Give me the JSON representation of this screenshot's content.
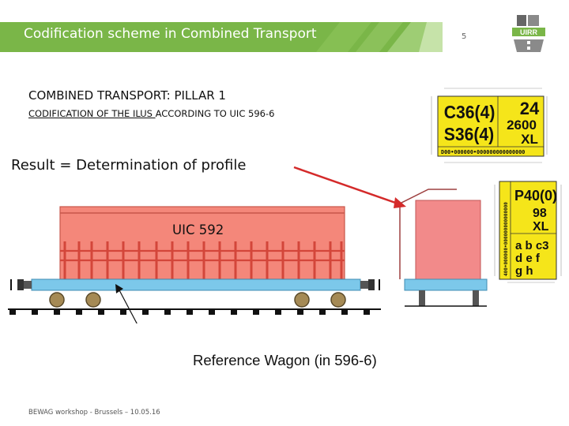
{
  "header": {
    "title": "Codification scheme in Combined Transport",
    "page_number": "5",
    "logo_text": "UIRR",
    "accent_color": "#7ab648"
  },
  "content": {
    "heading": "COMBINED TRANSPORT: PILLAR 1",
    "subheading_underlined": "CODIFICATION OF THE ILUS ",
    "subheading_rest": "ACCORDING TO UIC 596-6",
    "result_text": "Result = Determination of profile",
    "wagon_label": "UIC 592",
    "reference_label": "Reference Wagon (in 596-6)"
  },
  "code_plate_1": {
    "line1": "C36(4)",
    "line2": "S36(4)",
    "right_top": "24",
    "right_mid": "2600",
    "right_bottom": "XL",
    "bottom_code": "D00•000000•000000000000000",
    "background_color": "#f5e51a"
  },
  "code_plate_2": {
    "line1": "P40(0)",
    "line2": "98",
    "line3": "XL",
    "row1": "a b c3",
    "row2": "d e f",
    "row3": "g h",
    "side_code": "400•000000•000000000000000",
    "background_color": "#f5e51a"
  },
  "footer": {
    "text": "BEWAG workshop - Brussels – 10.05.16"
  }
}
